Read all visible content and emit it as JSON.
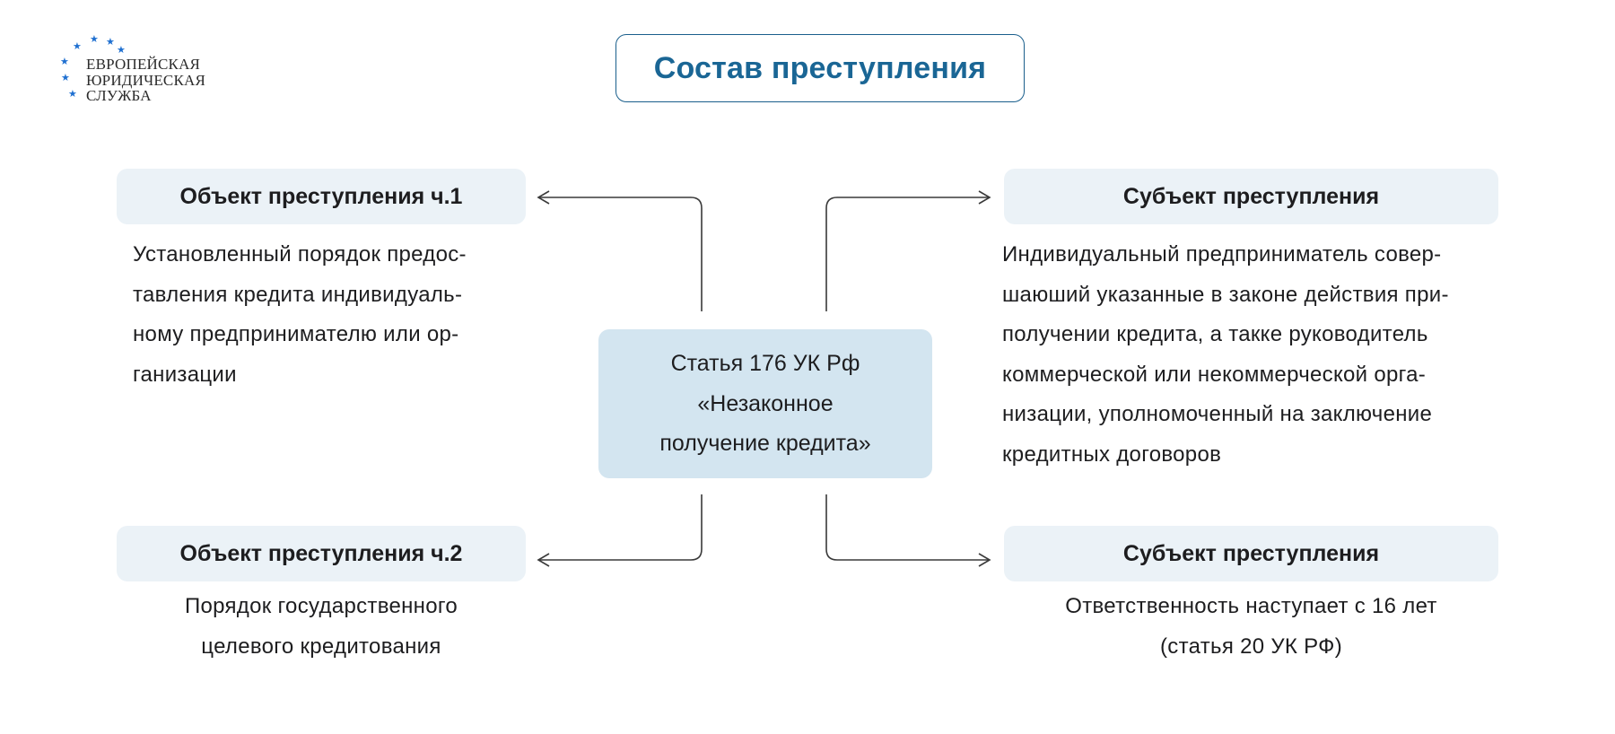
{
  "logo": {
    "lines": [
      "ЕВРОПЕЙСКАЯ",
      "ЮРИДИЧЕСКАЯ",
      "СЛУЖБА"
    ],
    "star_color": "#1e6fd0"
  },
  "title": "Состав преступления",
  "center": {
    "lines": [
      "Статья 176 УК Рф",
      "«Незаконное",
      "получение кредита»"
    ]
  },
  "object1": {
    "header": "Объект преступления ч.1",
    "lines": [
      "Установленный порядок предос-",
      "тавления кредита индивидуаль-",
      "ному предпринимателю или ор-",
      "ганизации"
    ]
  },
  "object2": {
    "header": "Объект преступления ч.2",
    "lines": [
      "Порядок государственного",
      "целевого кредитования"
    ]
  },
  "subject1": {
    "header": "Субъект преступления",
    "lines": [
      "Индивидуальный предприниматель совер-",
      "шаюший указанные в законе действия при-",
      "получении кредита, а такке руководитель",
      "коммерческой или некоммерческой орга-",
      "низации, уполномоченный на заключение",
      "кредитных договоров"
    ]
  },
  "subject2": {
    "header": "Субъект преступления",
    "lines": [
      "Ответственность наступает с 16 лет",
      "(статья 20 УК РФ)"
    ]
  },
  "colors": {
    "title": "#1a6695",
    "header_bg": "#ebf2f7",
    "center_bg": "#d3e5f0",
    "connector": "#3a3a3a"
  }
}
